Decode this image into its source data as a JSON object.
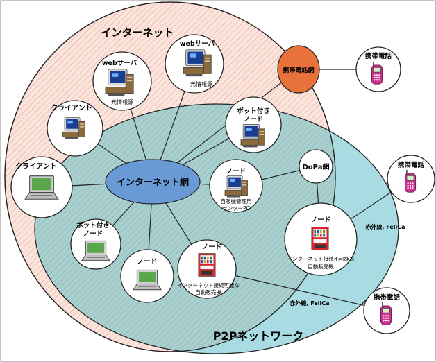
{
  "regions": {
    "internet": "インターネット",
    "p2p": "P2Pネットワーク"
  },
  "hub": {
    "internet_net": "インターネット網",
    "mobile_net": "携帯電話網",
    "dopa_net": "DoPa網"
  },
  "nodes": {
    "web_server_1": {
      "label": "webサーバ",
      "caption": "元情報源"
    },
    "web_server_2": {
      "label": "webサーバ",
      "caption": "元情報源"
    },
    "client_1": {
      "label": "クライアント"
    },
    "client_2": {
      "label": "クライアント"
    },
    "bot_node_1": {
      "label": "ボット付き",
      "label2": "ノード"
    },
    "node_pc": {
      "label": "ノード",
      "caption": "自販機管理用",
      "caption2": "センターPC"
    },
    "bot_node_2": {
      "label": "ボット付き",
      "label2": "ノード"
    },
    "node_laptop": {
      "label": "ノード"
    },
    "node_vending_ok": {
      "label": "ノード",
      "caption": "インターネット接続可能な",
      "caption2": "自動販売機"
    },
    "node_vending_ng": {
      "label": "ノード",
      "caption": "インターネット接続不可能な",
      "caption2": "自動販売機"
    },
    "phone_1": {
      "label": "携帯電話"
    },
    "phone_2": {
      "label": "携帯電話"
    },
    "phone_3": {
      "label": "携帯電話"
    }
  },
  "edge_labels": {
    "ir_felica_1": "赤外線, FeliCa",
    "ir_felica_2": "赤外線, FeliCa"
  },
  "colors": {
    "internet_fill": "#fbe4dc",
    "internet_hatch": "#e6a08c",
    "p2p_fill": "#a9dbe3",
    "overlap_fill": "#b7d8d6",
    "hub_fill": "#6a9ad6",
    "mobile_fill": "#e8713c",
    "phone_body": "#c8338f"
  },
  "icons": {
    "server": "desktop-server-icon",
    "laptop": "laptop-icon",
    "vending": "vending-machine-icon",
    "phone": "mobile-phone-icon"
  }
}
